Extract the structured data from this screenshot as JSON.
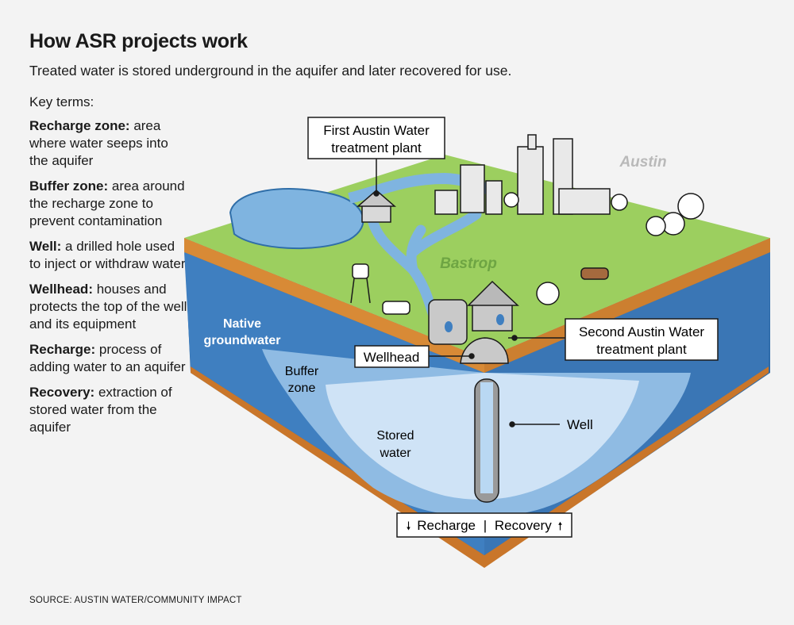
{
  "title": "How ASR projects work",
  "subtitle": "Treated water is stored underground in the aquifer and later recovered for use.",
  "key_terms_heading": "Key terms:",
  "terms": [
    {
      "term": "Recharge zone:",
      "definition": " area where water seeps into the aquifer"
    },
    {
      "term": "Buffer zone:",
      "definition": " area around the recharge zone to prevent contamination"
    },
    {
      "term": "Well:",
      "definition": " a drilled hole used to inject or withdraw water"
    },
    {
      "term": "Wellhead:",
      "definition": " houses and protects the top of the well and its equipment"
    },
    {
      "term": "Recharge:",
      "definition": " process of adding water to an aquifer"
    },
    {
      "term": "Recovery:",
      "definition": " extraction of stored water from the aquifer"
    }
  ],
  "diagram": {
    "first_plant_line1": "First Austin Water",
    "first_plant_line2": "treatment plant",
    "city_austin": "Austin",
    "city_bastrop": "Bastrop",
    "native_line1": "Native",
    "native_line2": "groundwater",
    "buffer_line1": "Buffer",
    "buffer_line2": "zone",
    "stored_line1": "Stored",
    "stored_line2": "water",
    "wellhead": "Wellhead",
    "second_plant_line1": "Second Austin Water",
    "second_plant_line2": "treatment plant",
    "well": "Well",
    "legend_recharge": "Recharge",
    "legend_separator": "|",
    "legend_recovery": "Recovery",
    "arrow_down_glyph": "🠗",
    "arrow_up_glyph": "🠕"
  },
  "colors": {
    "grass": "#9ccf5f",
    "soil": "#d88a36",
    "aquifer": "#3f7fc0",
    "buffer": "#8fbbe3",
    "stored": "#cfe3f6",
    "river": "#7fb4e0"
  },
  "source": "SOURCE: AUSTIN WATER/COMMUNITY IMPACT"
}
